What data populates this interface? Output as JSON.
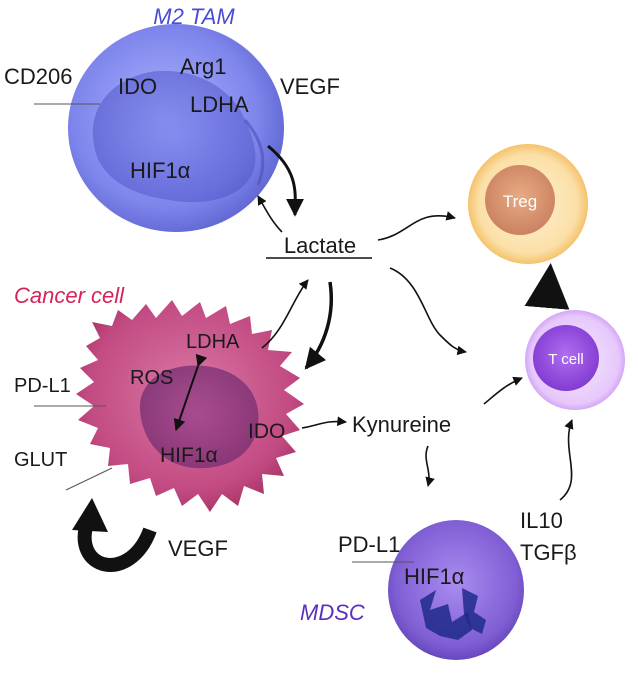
{
  "cells": {
    "m2tam": {
      "title": "M2 TAM",
      "markers": [
        "CD206",
        "IDO",
        "Arg1",
        "LDHA",
        "VEGF",
        "HIF1α"
      ]
    },
    "cancer": {
      "title": "Cancer cell",
      "markers": [
        "LDHA",
        "PD-L1",
        "ROS",
        "HIF1α",
        "IDO",
        "GLUT",
        "VEGF"
      ]
    },
    "mdsc": {
      "title": "MDSC",
      "markers": [
        "PD-L1",
        "HIF1α",
        "IL10",
        "TGFβ"
      ]
    },
    "treg": {
      "label": "Treg"
    },
    "tcell": {
      "label": "T cell"
    }
  },
  "metabolites": {
    "lactate": "Lactate",
    "kynureine": "Kynureine"
  },
  "colors": {
    "m2tam_title": "#4b4bd6",
    "cancer_title": "#d6245a",
    "mdsc_title": "#5a2fc0",
    "m2tam_body": "#7f86ec",
    "cancer_body": "#c24a82",
    "mdsc_body": "#7f5ed4",
    "treg_ring": "#f2b24a",
    "tcell_body": "#9a4ee0"
  }
}
